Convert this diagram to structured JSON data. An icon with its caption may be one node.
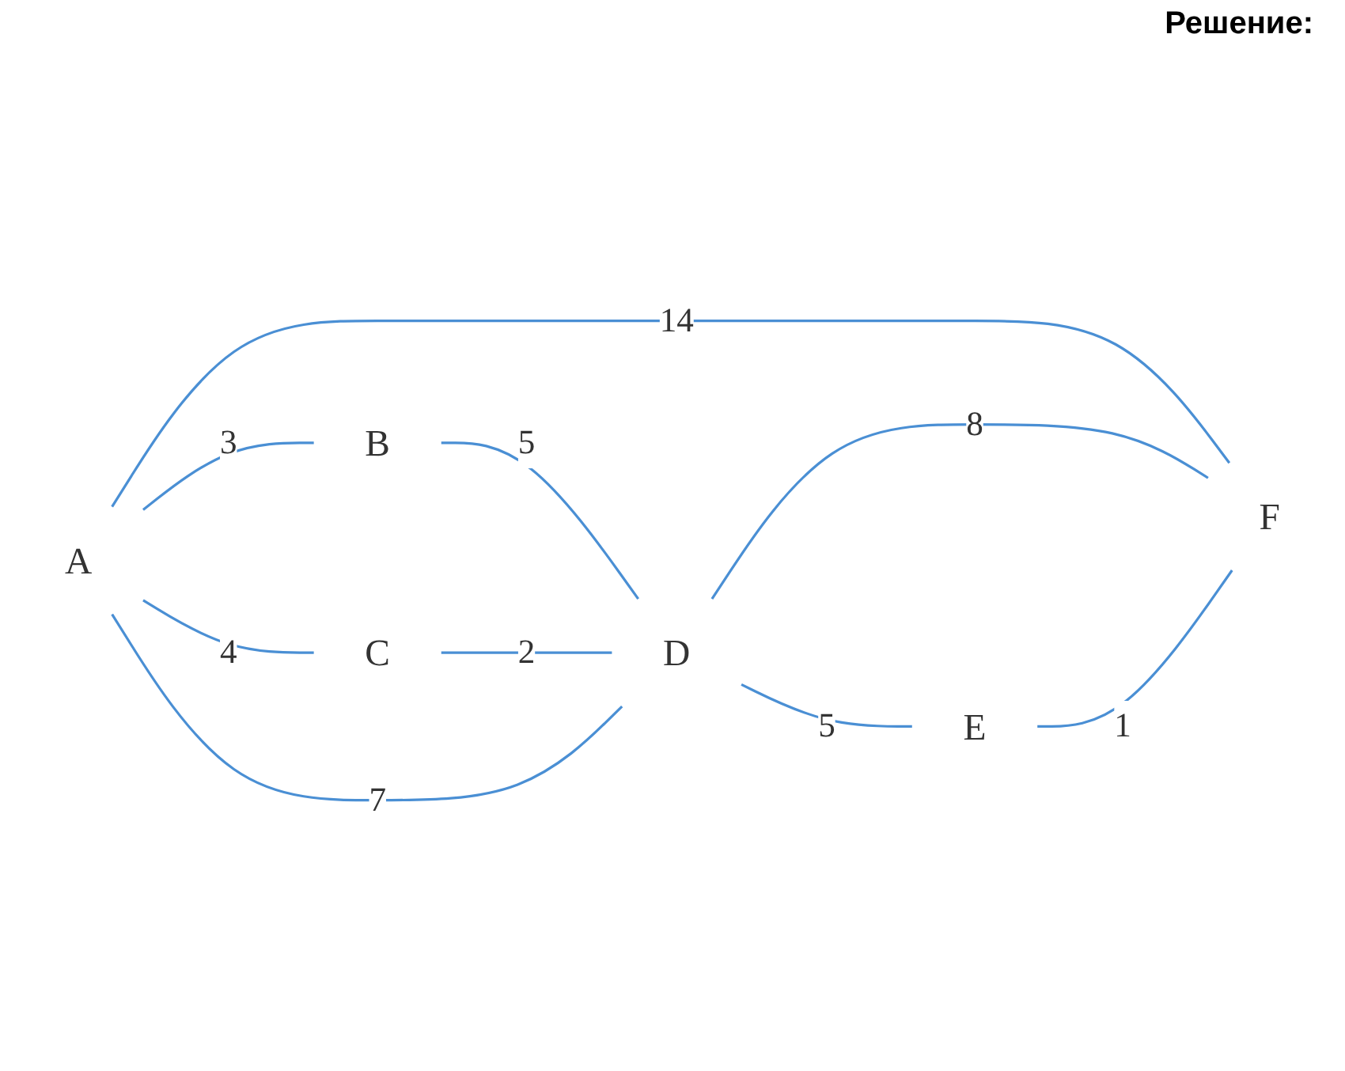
{
  "diagram": {
    "title": "Решение:",
    "nodes": [
      {
        "text": [
          "A"
        ]
      },
      {
        "text": [
          "B"
        ]
      },
      {
        "text": [
          "C"
        ]
      },
      {
        "text": [
          "D"
        ]
      },
      {
        "text": [
          "E"
        ]
      },
      {
        "text": [
          "F"
        ]
      }
    ],
    "edges": [
      {
        "from": 0,
        "to": 5,
        "arrow": "none",
        "label": "14"
      },
      {
        "from": 0,
        "to": 1,
        "arrow": "none",
        "label": "3"
      },
      {
        "from": 0,
        "to": 2,
        "arrow": "none",
        "label": "4"
      },
      {
        "from": 1,
        "to": 3,
        "arrow": "none",
        "label": "5"
      },
      {
        "from": 2,
        "to": 3,
        "arrow": "none",
        "label": "2"
      },
      {
        "from": 0,
        "to": 3,
        "arrow": "none",
        "label": "7"
      },
      {
        "from": 3,
        "to": 5,
        "arrow": "none",
        "label": "8"
      },
      {
        "from": 3,
        "to": 4,
        "arrow": "none",
        "label": "5"
      },
      {
        "from": 4,
        "to": 5,
        "arrow": "none",
        "label": "1"
      }
    ]
  }
}
